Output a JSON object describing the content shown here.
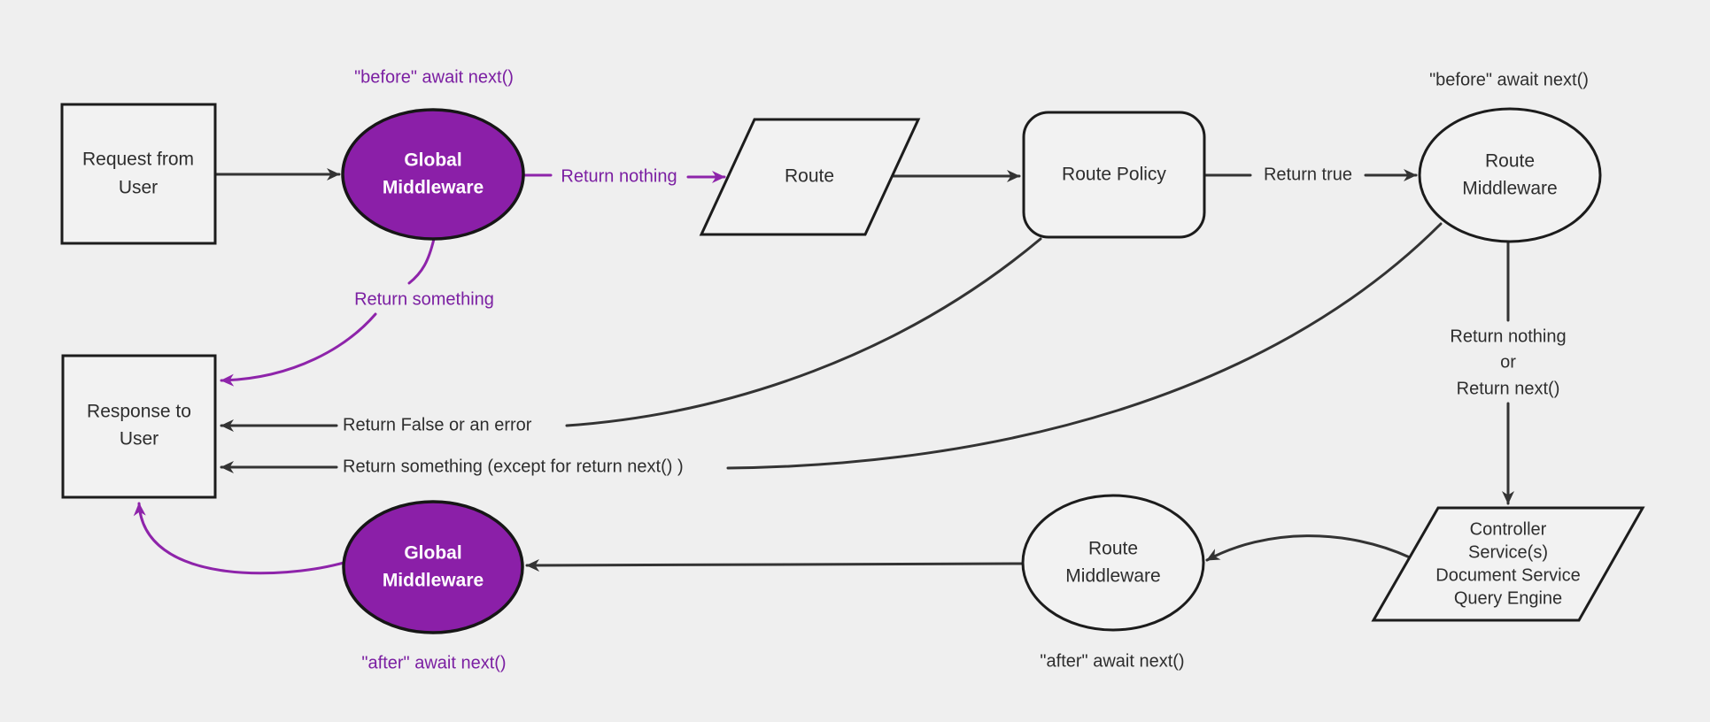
{
  "diagram": {
    "title": "Strapi request / middleware flow diagram",
    "colors": {
      "background": "#efefef",
      "node_fill": "#f2f2f2",
      "node_border": "#1c1c1c",
      "purple_fill": "#8b1fa8",
      "purple_stroke": "#8e24aa",
      "purple_text": "#7b1fa2",
      "edge_stroke": "#333333",
      "text": "#2e2e2e",
      "white_text": "#ffffff"
    },
    "nodes": {
      "request": {
        "line1": "Request from",
        "line2": "User"
      },
      "global_middleware_top": {
        "line1": "Global",
        "line2": "Middleware"
      },
      "route": {
        "label": "Route"
      },
      "route_policy": {
        "label": "Route Policy"
      },
      "route_middleware_top": {
        "line1": "Route",
        "line2": "Middleware"
      },
      "controller": {
        "line1": "Controller",
        "line2": "Service(s)",
        "line3": "Document Service",
        "line4": "Query Engine"
      },
      "route_middleware_bottom": {
        "line1": "Route",
        "line2": "Middleware"
      },
      "global_middleware_bottom": {
        "line1": "Global",
        "line2": "Middleware"
      },
      "response": {
        "line1": "Response to",
        "line2": "User"
      }
    },
    "labels": {
      "before_await_next_global": "\"before\" await next()",
      "return_something_top": "Return something",
      "return_nothing_purple": "Return nothing",
      "return_true": "Return true",
      "before_await_next_route": "\"before\" await next()",
      "return_nothing_or_line1": "Return nothing",
      "return_nothing_or_line2": "or",
      "return_nothing_or_line3": "Return next()",
      "return_false_or_error": "Return False or an error",
      "return_something_except": "Return something (except for return next() )",
      "after_await_next_route": "\"after\" await next()",
      "after_await_next_global": "\"after\" await next()"
    }
  }
}
